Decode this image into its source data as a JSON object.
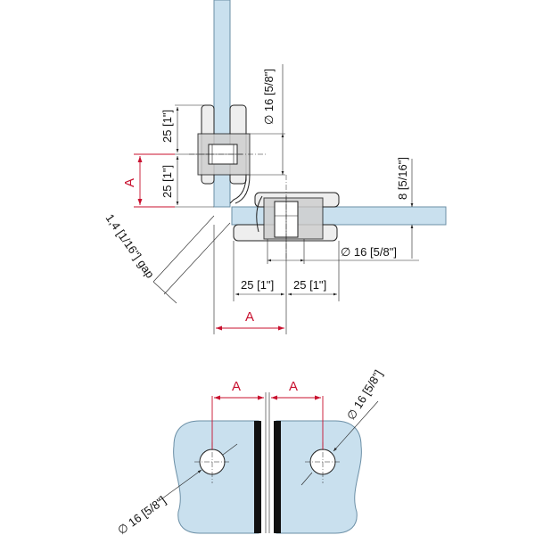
{
  "colors": {
    "glass": "#c9e0ee",
    "glass_stroke": "#6b8fa6",
    "metal": "#eeeeee",
    "metal_dark": "#cfcfcf",
    "dimension_red": "#c8102e",
    "line": "#222222",
    "gasket": "#111111"
  },
  "top_view": {
    "dims": {
      "v_upper": "25",
      "v_upper_in": "1\"",
      "v_lower": "25",
      "v_lower_in": "1\"",
      "dia_top": "∅ 16",
      "dia_top_in": "5/8\"",
      "thickness": "8",
      "thickness_in": "5/16\"",
      "dia_right": "∅ 16",
      "dia_right_in": "5/8\"",
      "h_left": "25",
      "h_left_in": "1\"",
      "h_right": "25",
      "h_right_in": "1\"",
      "gap_value": "1,4",
      "gap_in": "1/16\"",
      "gap_word": "gap"
    },
    "label_a_vertical": "A",
    "label_a_horizontal": "A"
  },
  "front_view": {
    "label_a_left": "A",
    "label_a_right": "A",
    "dia_left": "∅ 16",
    "dia_left_in": "5/8\"",
    "dia_right": "∅ 16",
    "dia_right_in": "5/8\""
  }
}
